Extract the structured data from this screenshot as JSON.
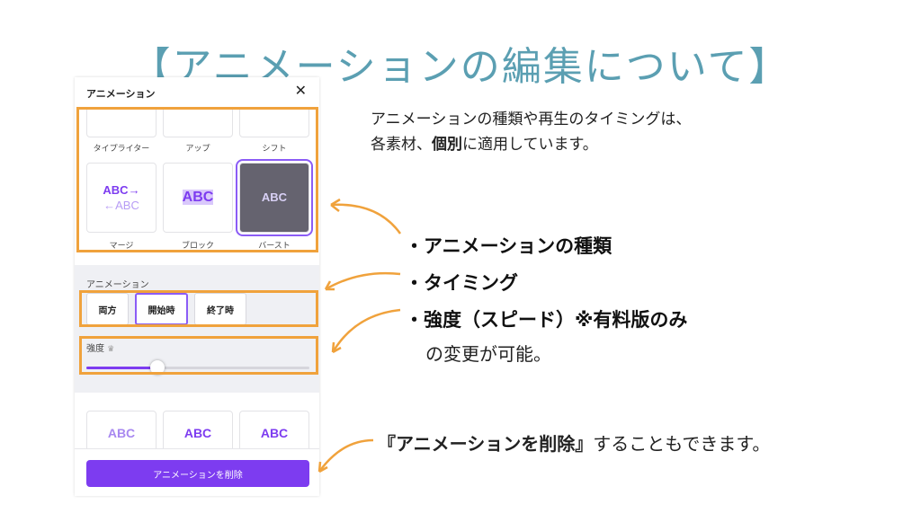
{
  "title": "【アニメーションの編集について】",
  "panel": {
    "title": "アニメーション",
    "tiles_top": [
      "タイプライター",
      "アップ",
      "シフト"
    ],
    "tiles": [
      {
        "label": "マージ",
        "preview1": "ABC→",
        "preview2": "←ABC"
      },
      {
        "label": "ブロック",
        "preview1": "ABC"
      },
      {
        "label": "バースト",
        "preview1": "ABC",
        "selected": true
      }
    ],
    "tiles_bottom": [
      "ABC",
      "ABC",
      "ABC"
    ],
    "section_label": "アニメーション",
    "timing_buttons": [
      "両方",
      "開始時",
      "終了時"
    ],
    "timing_selected": "開始時",
    "intensity_label": "強度",
    "crown": "♛",
    "intensity_value": 0.32,
    "delete_label": "アニメーションを削除",
    "accent": "#7d3cf0"
  },
  "notes": {
    "intro1": "アニメーションの種類や再生のタイミングは、",
    "intro2_a": "各素材、",
    "intro2_b": "個別",
    "intro2_c": "に適用しています。",
    "bullets": [
      "・アニメーションの種類",
      "・タイミング",
      "・強度（スピード）※有料版のみ"
    ],
    "bullet_tail": "の変更が可能。",
    "delete_a": "『アニメーションを削除』",
    "delete_b": "することもできます。"
  },
  "colors": {
    "title": "#5b9fb2",
    "highlight": "#f0a23c"
  }
}
